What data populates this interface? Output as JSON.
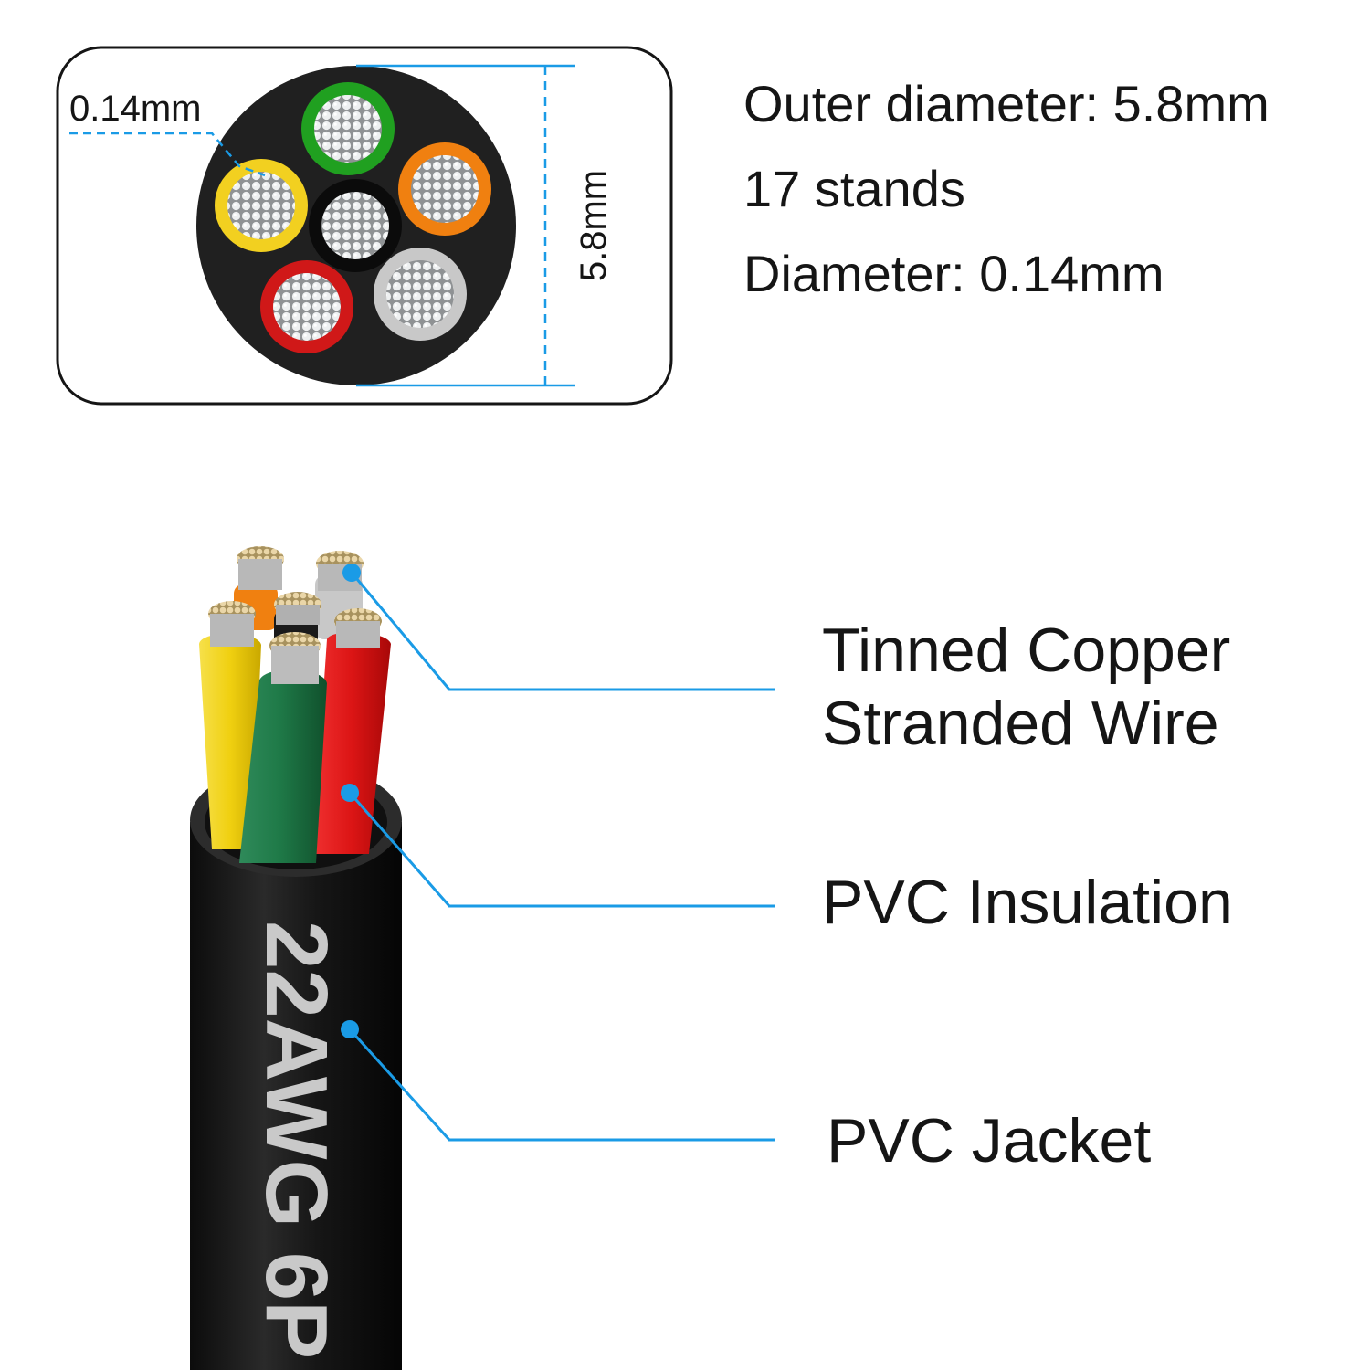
{
  "cross_section": {
    "strand_diameter_label": "0.14mm",
    "outer_diameter_label": "5.8mm"
  },
  "specs": {
    "outer_diameter": "Outer diameter: 5.8mm",
    "strands": "17 stands",
    "strand_diameter": "Diameter: 0.14mm"
  },
  "callouts": {
    "conductor_line1": "Tinned Copper",
    "conductor_line2": "Stranded Wire",
    "insulation": "PVC Insulation",
    "jacket": "PVC Jacket"
  },
  "cable": {
    "print": "22AWG 6P"
  },
  "colors": {
    "accent": "#1a9be6",
    "jacket": "#151515",
    "green": "#20a020",
    "orange": "#f08010",
    "yellow": "#f2d020",
    "red": "#d01818",
    "gray": "#c8c8c8",
    "copper": "#d8c49a"
  },
  "icons": [
    "cable-cross-section-icon",
    "cable-illustration-icon"
  ]
}
